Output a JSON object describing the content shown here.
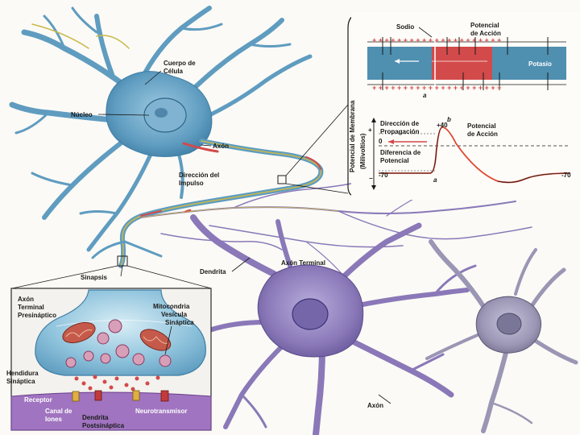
{
  "labels": {
    "cuerpo_celula": [
      "Cuerpo de",
      "Célula"
    ],
    "nucleo": "Núcleo",
    "axon_top": "Axón",
    "direccion_impulso": [
      "Dirección del",
      "Impulso"
    ],
    "sinapsis": "Sinapsis",
    "dendrita": "Dendrita",
    "axon_terminal": "Axón Terminal",
    "axon_bottom": "Axón"
  },
  "inset_synapse": {
    "axon_terminal_presinaptico": [
      "Axón",
      "Terminal",
      "Presináptico"
    ],
    "mitocondria": "Mitocondria",
    "vesicula_sinaptica": [
      "Vesícula",
      "Sináptica"
    ],
    "hendidura_sinaptica": [
      "Hendidura",
      "Sináptica"
    ],
    "receptor": "Receptor",
    "canal_de_iones": [
      "Canal de",
      "Iones"
    ],
    "neurotransmisor": "Neurotransmisor",
    "dendrita_postsinaptica": [
      "Dendrita",
      "Postsináptica"
    ]
  },
  "inset_potential": {
    "sodio": "Sodio",
    "potencial_accion_top": [
      "Potencial",
      "de Acción"
    ],
    "potasio": "Potasio",
    "marker_a_top": "a",
    "direccion_propagacion": [
      "Dirección de",
      "Propagación"
    ],
    "diferencia_potencial": [
      "Diferencia de",
      "Potencial"
    ],
    "potencial_accion_graph": [
      "Potencial",
      "de Acción"
    ],
    "marker_b": "b",
    "marker_a_graph": "a",
    "y_axis_label": "Potencial de Membrana",
    "y_axis_units": "(Milivoltios)",
    "val_plus40": "+40",
    "val_zero": "0",
    "val_minus70_left": "-70",
    "val_minus70_right": "-70",
    "plus_sign": "+",
    "minus_sign": "−"
  },
  "colors": {
    "neuron_blue": "#5f9cc0",
    "neuron_purple": "#8a78b8",
    "neuron_gray": "#9a96b4",
    "membrane_blue": "#4f8fb0",
    "depolarized_red": "#d24a4a",
    "action_curve": "#e0452f",
    "frame": "#2a2a2a"
  }
}
